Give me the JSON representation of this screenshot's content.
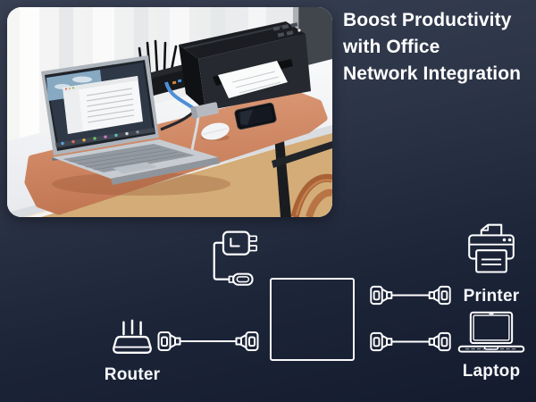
{
  "headline": {
    "lines": [
      "Boost Productivity",
      "with Office",
      "Network Integration"
    ]
  },
  "diagram": {
    "router_label": "Router",
    "printer_label": "Printer",
    "laptop_label": "Laptop",
    "icons": {
      "router": "wifi-router-icon",
      "printer": "printer-icon",
      "laptop": "laptop-icon",
      "adapter": "usb-c-to-ethernet-adapter-icon",
      "cable": "ethernet-cable-icon",
      "hub": "hub-placeholder-square"
    }
  },
  "colors": {
    "background_top": "#384053",
    "background_bottom": "#141b2e",
    "headline_text": "#ffffff",
    "diagram_stroke": "#ffffff",
    "desk_mat_orange": "#cf8a66",
    "ethernet_cable_blue": "#4e8ed8"
  }
}
